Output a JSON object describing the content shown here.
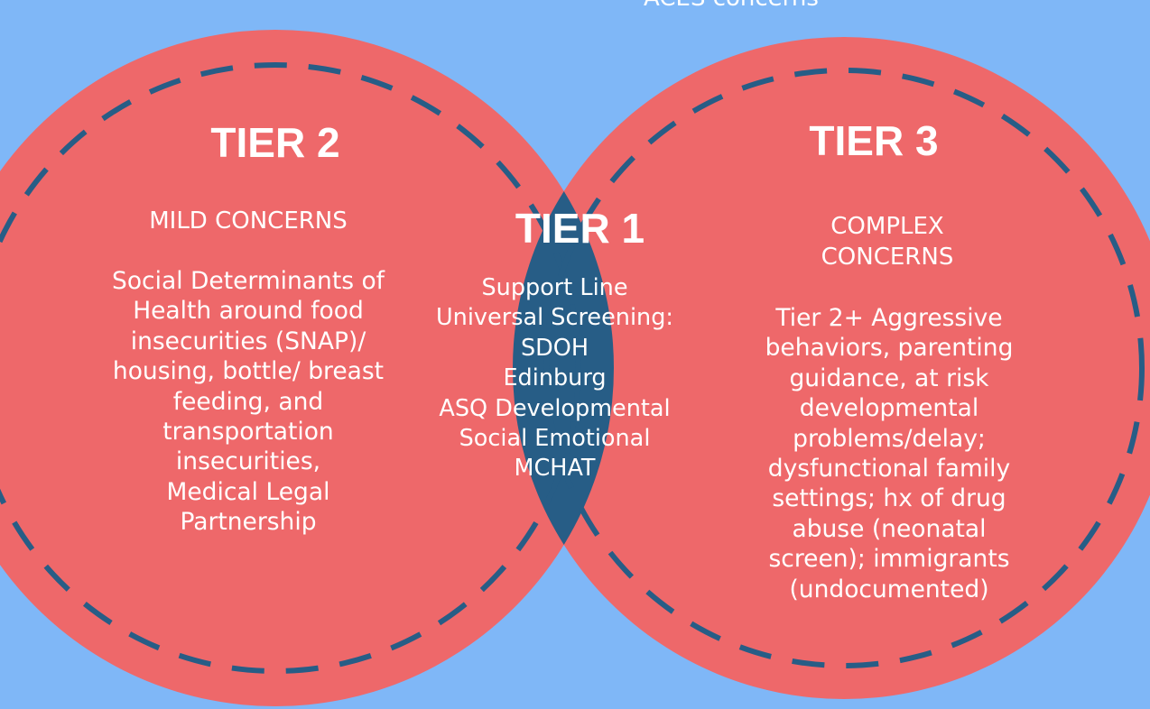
{
  "top_partial_text": "ACES concerns",
  "colors": {
    "background": "#7fb7f7",
    "outer_circle": "#ee686a",
    "overlap": "#275d86",
    "dash": "#275d86",
    "text": "#ffffff"
  },
  "tier2": {
    "title": "TIER 2",
    "subtitle": "MILD CONCERNS",
    "body": "Social Determinants of\nHealth around food\ninsecurities (SNAP)/\nhousing, bottle/ breast\nfeeding, and\ntransportation\ninsecurities,\nMedical Legal\nPartnership"
  },
  "tier1": {
    "title": "TIER 1",
    "body": "Support Line\nUniversal Screening:\nSDOH\nEdinburg\nASQ Developmental\nSocial Emotional\nMCHAT"
  },
  "tier3": {
    "title": "TIER 3",
    "subtitle": "COMPLEX\nCONCERNS",
    "body": "Tier 2+ Aggressive\nbehaviors, parenting\nguidance, at risk\ndevelopmental\nproblems/delay;\ndysfunctional family\nsettings; hx of drug\nabuse (neonatal\nscreen); immigrants\n(undocumented)"
  }
}
